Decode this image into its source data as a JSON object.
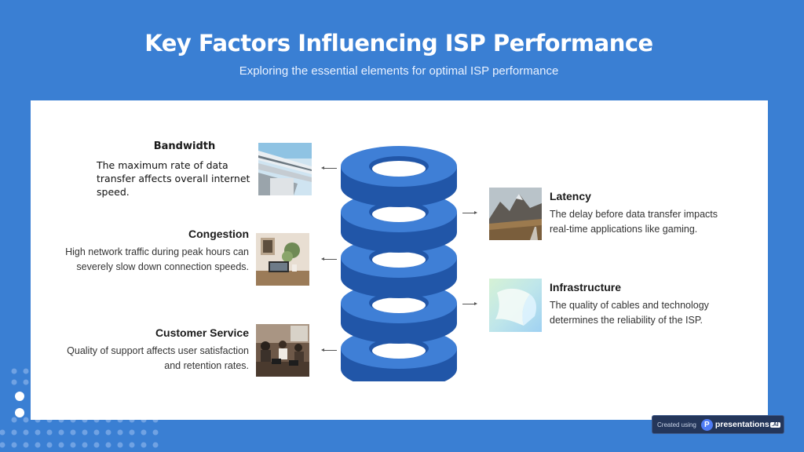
{
  "slide": {
    "title": "Key Factors Influencing ISP Performance",
    "subtitle": "Exploring the essential elements for optimal ISP performance"
  },
  "factors": {
    "bandwidth": {
      "heading": "Bandwidth",
      "description": "The maximum rate of data transfer affects overall internet speed."
    },
    "congestion": {
      "heading": "Congestion",
      "description": "High network traffic during peak hours can severely slow down connection speeds."
    },
    "customer_service": {
      "heading": "Customer Service",
      "description": "Quality of support affects user satisfaction and retention rates."
    },
    "latency": {
      "heading": "Latency",
      "description": "The delay before data transfer impacts real-time applications like gaming."
    },
    "infrastructure": {
      "heading": "Infrastructure",
      "description": "The quality of cables and technology determines the reliability of the ISP."
    }
  },
  "badge": {
    "created_using": "Created using",
    "logo_letter": "P",
    "brand": "presentations",
    "brand_suffix": ".AI"
  },
  "colors": {
    "background": "#3a7fd3",
    "panel": "#ffffff",
    "ring_top": "#3f7fd6",
    "ring_side": "#2156a8",
    "ring_hole": "#ffffff"
  },
  "icons": [
    "bandwidth-photo",
    "congestion-photo",
    "customer-service-photo",
    "latency-photo",
    "infrastructure-photo",
    "ring-stack-graphic"
  ]
}
